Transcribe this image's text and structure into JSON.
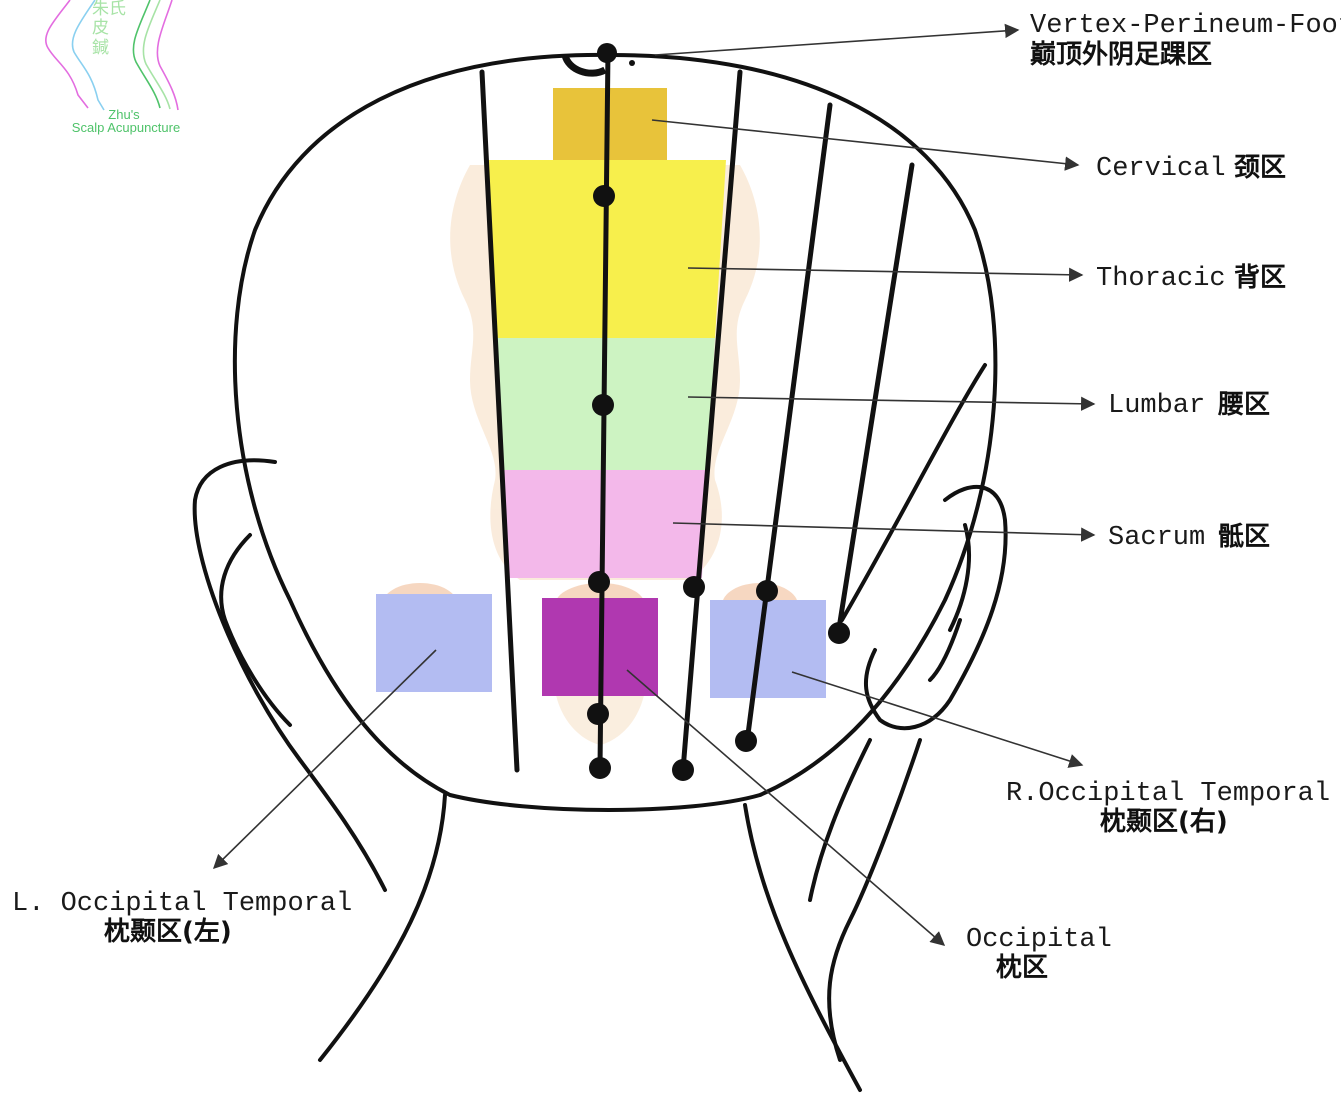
{
  "logo": {
    "chinese": [
      "朱氏",
      "皮",
      "鍼"
    ],
    "name_line1": "Zhu's",
    "name_line2": "Scalp Acupuncture",
    "colors": [
      "#e36de0",
      "#4fc36a",
      "#a7e3a6",
      "#8ad0f0"
    ]
  },
  "zones": {
    "vertex": {
      "en": "Vertex-Perineum-Foot",
      "cn": "巅顶外阴足踝区"
    },
    "cervical": {
      "en": "Cervical",
      "cn": "颈区",
      "color": "#e8c33a"
    },
    "thoracic": {
      "en": "Thoracic",
      "cn": "背区",
      "color": "#f7ef4c"
    },
    "lumbar": {
      "en": "Lumbar",
      "cn": "腰区",
      "color": "#cdf3c2"
    },
    "sacrum": {
      "en": "Sacrum",
      "cn": "骶区",
      "color": "#f3b8ea"
    },
    "r_occipital_temporal": {
      "en": "R.Occipital Temporal",
      "cn": "枕颞区(右)",
      "color": "#b3bcf2"
    },
    "l_occipital_temporal": {
      "en": "L. Occipital Temporal",
      "cn": "枕颞区(左)",
      "color": "#b3bcf2"
    },
    "occipital": {
      "en": "Occipital",
      "cn": "枕区",
      "color": "#b038b0"
    }
  }
}
